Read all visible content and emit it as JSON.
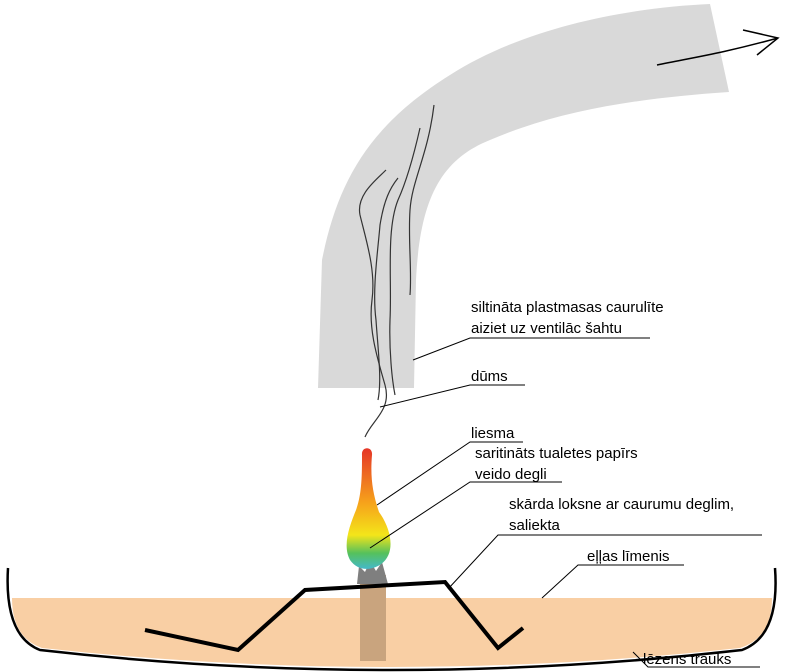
{
  "colors": {
    "oil": "#F9CFA4",
    "tube": "#D9D9D9",
    "wick": "#C9A47E",
    "stroke": "#000000",
    "smoke": "#333333",
    "flame_top": "#E53527",
    "flame_mid": "#F6A21B",
    "flame_low": "#F3E51A",
    "flame_green": "#55C15C",
    "flame_base": "#45B9C9"
  },
  "labels": {
    "tube_line1": "siltināta plastmasas caurulīte",
    "tube_line2": "aiziet uz ventilāc šahtu",
    "smoke": "dūms",
    "flame": "liesma",
    "wick_line1": "saritināts tualetes papīrs",
    "wick_line2": "veido degli",
    "sheet_line1": "skārda loksne ar caurumu deglim,",
    "sheet_line2": "saliekta",
    "oil_level": "eļļas līmenis",
    "dish": "lēzens trauks"
  }
}
